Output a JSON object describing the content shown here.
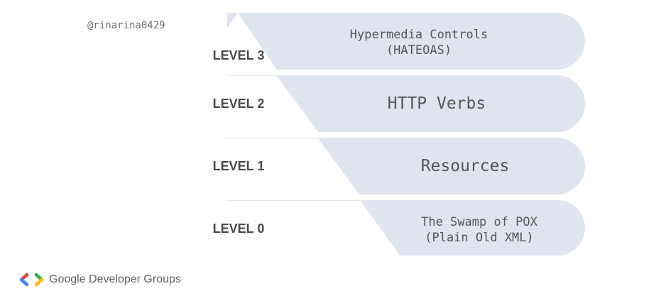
{
  "author_handle": "@rinarina0429",
  "levels": [
    {
      "label": "LEVEL 3",
      "description": [
        "Hypermedia Controls",
        "(HATEOAS)"
      ]
    },
    {
      "label": "LEVEL 2",
      "description": [
        "HTTP Verbs"
      ]
    },
    {
      "label": "LEVEL 1",
      "description": [
        "Resources"
      ]
    },
    {
      "label": "LEVEL 0",
      "description": [
        "The Swamp of POX",
        "(Plain Old XML)"
      ]
    }
  ],
  "footer": {
    "brand": "Google Developer Groups",
    "logo_icon": "gdg-logo-icon",
    "colors": {
      "red": "#ea4335",
      "blue": "#4285f4",
      "green": "#34a853",
      "yellow": "#fbbc04"
    }
  },
  "colors": {
    "bar_fill": "#dfe4ee",
    "tier_fill": "#ffffff",
    "text": "#4a4a4a"
  }
}
